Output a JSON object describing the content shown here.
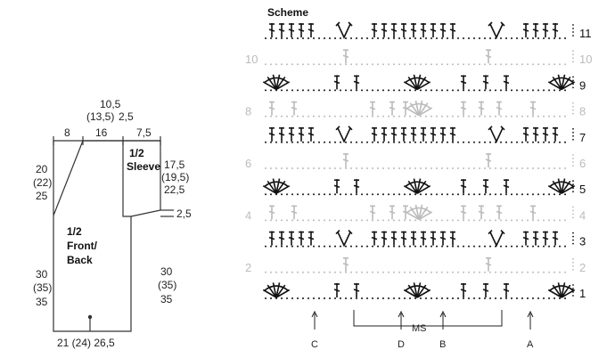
{
  "schematic": {
    "top_total": "10,5",
    "top_total_alt": "(13,5)",
    "top_right_small": "2,5",
    "seg_left": "8",
    "seg_mid": "16",
    "seg_right": "7,5",
    "left_upper": [
      "20",
      "(22)",
      "25"
    ],
    "sleeve_label": [
      "1/2",
      "Sleeve"
    ],
    "sleeve_right": [
      "17,5",
      "(19,5)",
      "22,5"
    ],
    "small_right": "2,5",
    "front_label": [
      "1/2",
      "Front/",
      "Back"
    ],
    "left_lower": [
      "30",
      "(35)",
      "35"
    ],
    "right_lower": [
      "30",
      "(35)",
      "35"
    ],
    "bottom": "21 (24) 26,5"
  },
  "chart": {
    "title": "Scheme",
    "row_numbers": [
      {
        "n": "11",
        "dark": true
      },
      {
        "n": "10",
        "dark": false
      },
      {
        "n": "9",
        "dark": true
      },
      {
        "n": "8",
        "dark": false
      },
      {
        "n": "7",
        "dark": true
      },
      {
        "n": "6",
        "dark": false
      },
      {
        "n": "5",
        "dark": true
      },
      {
        "n": "4",
        "dark": false
      },
      {
        "n": "3",
        "dark": true
      },
      {
        "n": "2",
        "dark": false
      },
      {
        "n": "1",
        "dark": true
      }
    ],
    "repeat_label": "MS",
    "markers": [
      "C",
      "D",
      "B",
      "A"
    ]
  }
}
